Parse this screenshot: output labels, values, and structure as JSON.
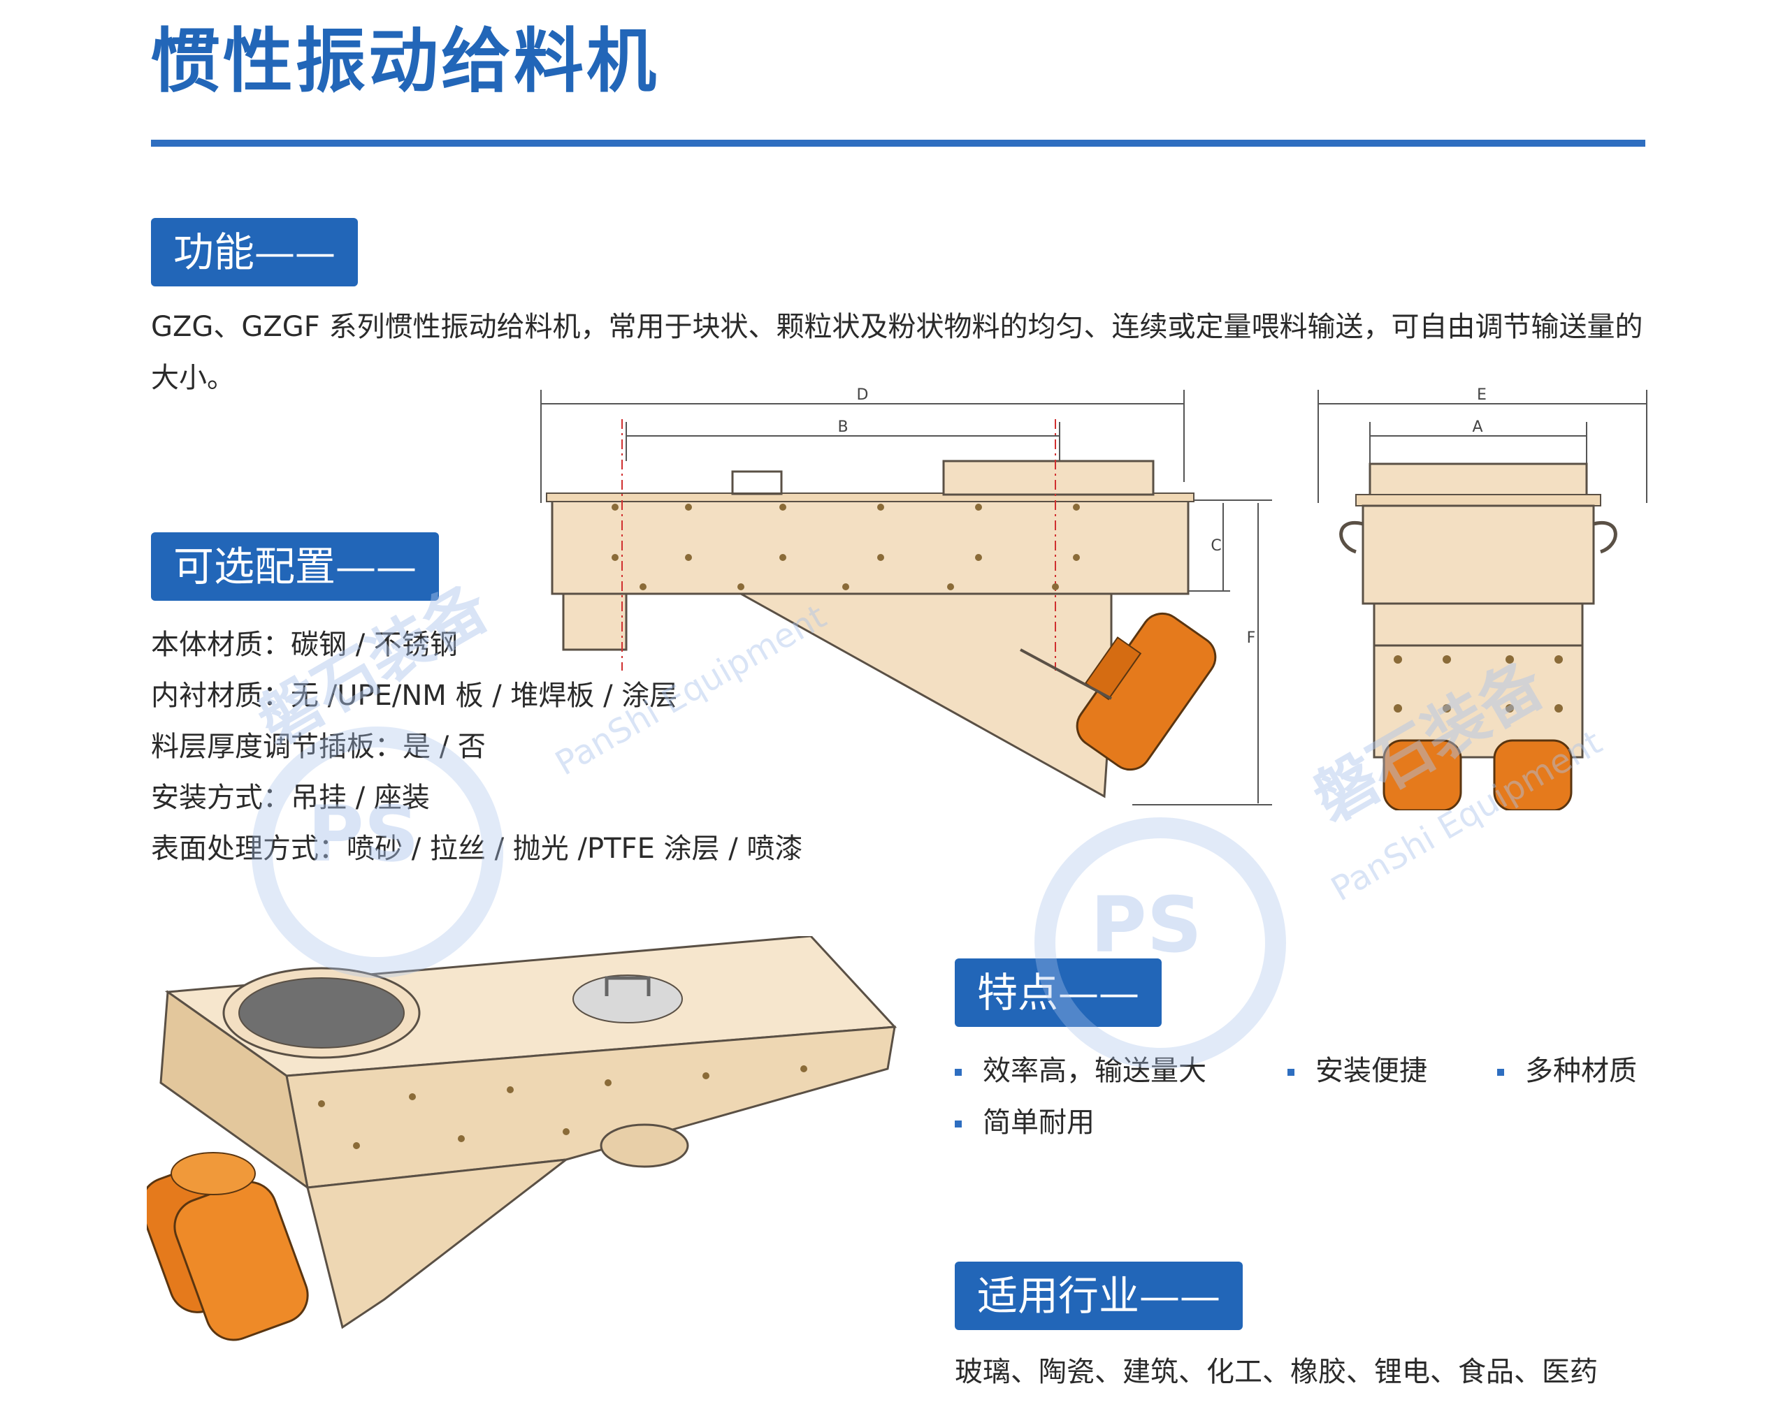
{
  "title": "惯性振动给料机",
  "sections": {
    "function": {
      "heading": "功能——",
      "text": "GZG、GZGF 系列惯性振动给料机，常用于块状、颗粒状及粉状物料的均匀、连续或定量喂料输送，可自由调节输送量的大小。"
    },
    "options": {
      "heading": "可选配置——",
      "items": [
        "本体材质：碳钢 / 不锈钢",
        "内衬材质：无 /UPE/NM 板 / 堆焊板 / 涂层",
        "料层厚度调节插板：是 / 否",
        "安装方式：吊挂 / 座装",
        "表面处理方式：喷砂 / 拉丝 / 抛光 /PTFE 涂层 / 喷漆"
      ]
    },
    "features": {
      "heading": "特点——",
      "items": [
        "效率高，输送量大",
        "安装便捷",
        "多种材质",
        "简单耐用"
      ]
    },
    "industries": {
      "heading": "适用行业——",
      "text": "玻璃、陶瓷、建筑、化工、橡胶、锂电、食品、医药"
    }
  },
  "drawing": {
    "dimensions": {
      "d": "D",
      "b": "B",
      "c": "C",
      "f": "F",
      "e": "E",
      "a": "A"
    }
  },
  "watermark": {
    "brand": "磐石装备",
    "brand_en": "PanShi Equipment",
    "logo_text": "PS"
  },
  "colors": {
    "brand_blue": "#2266b8",
    "body_beige": "#f3dfc2",
    "motor_orange": "#e57a1c",
    "outline": "#5a5045"
  }
}
